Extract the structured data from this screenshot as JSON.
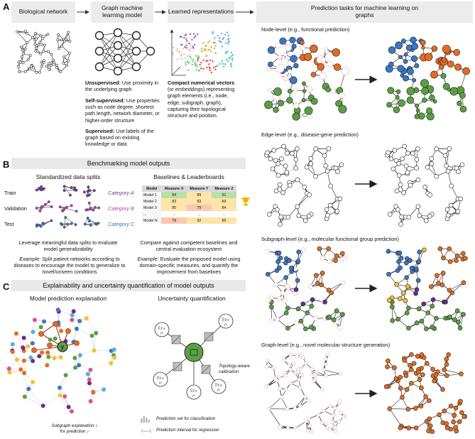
{
  "panel_a": {
    "letter": "A",
    "box_network": "Biological network",
    "box_gml": "Graph machine learning model",
    "box_repr": "Learned representations",
    "box_tasks": "Prediction tasks for machine learning on graphs",
    "unsupervised_bold": "Unsupervised:",
    "unsupervised_text": " Use proximity in the underlying graph",
    "selfsup_bold": "Self-supervised:",
    "selfsup_text": " Use properties such as node degree, shortest path length, network diameter, or higher-order structure",
    "sup_bold": "Supervised:",
    "sup_text": " Use labels of the graph based on existing knowledge or data",
    "compact_bold": "Compact numerical vectors",
    "compact_mid": " (or ",
    "compact_italic": "embeddings",
    "compact_text": ") representing graph elements (i.e., node, edge, subgraph, graph), capturing their topological structure and position.",
    "node_level": "Node-level (e.g., functional prediction)",
    "edge_level": "Edge-level (e.g., disease-gene prediction)",
    "subgraph_level": "Subgraph-level (e.g., molecular functional group prediction)",
    "graph_level": "Graph-level (e.g., novel molecular structure generation)"
  },
  "panel_b": {
    "letter": "B",
    "bar_title": "Benchmarking model outputs",
    "splits_title": "Standardized data splits",
    "splits": [
      {
        "label": "Train",
        "category": "Category A",
        "color": "#6b3fa0"
      },
      {
        "label": "Validation",
        "category": "Category B",
        "color": "#b03fa8"
      },
      {
        "label": "Test",
        "category": "Category C",
        "color": "#3f6fb0"
      }
    ],
    "splits_caption": "Leverage meaningful data splits to evaluate model generalizability",
    "splits_example_label": "Example:",
    "splits_example": " Split patient networks according to diseases to encourage the model to generalize to novel/unseen conditions",
    "baselines_title": "Baselines & Leaderboards",
    "table_headers": [
      "Model",
      "Measure X",
      "Measure Y",
      "Measure Z"
    ],
    "table_rows": [
      {
        "model": "Model 1",
        "x": "94",
        "y": "89",
        "z": "91"
      },
      {
        "model": "Model 2",
        "x": "83",
        "y": "83",
        "z": "89"
      },
      {
        "model": "Model 3",
        "x": "85",
        "y": "79",
        "z": "84"
      },
      {
        "model": "...",
        "x": "...",
        "y": "...",
        "z": "..."
      },
      {
        "model": "Model N",
        "x": "79",
        "y": "82",
        "z": "85"
      }
    ],
    "baselines_caption": "Compare against competent baselines and central evaluation ecosystem",
    "baselines_example_label": "Example:",
    "baselines_example": " Evaluate the proposed model using domain-specific measures, and quantify the improvement from baselines"
  },
  "panel_c": {
    "letter": "C",
    "bar_title": "Explainability and uncertainty quantification of model outputs",
    "explain_title": "Model prediction explanation",
    "uncert_title": "Uncertainty quantification",
    "node_y": "y",
    "explain_caption_1": "Subgraph explanation ",
    "explain_caption_s": "s",
    "explain_caption_2": "for prediction ",
    "explain_caption_y": "y",
    "calibration": "Topology-aware calibration",
    "legend_set": "Prediction set for classification",
    "legend_interval": "Prediction interval for regression",
    "pr_label": "pr"
  }
}
